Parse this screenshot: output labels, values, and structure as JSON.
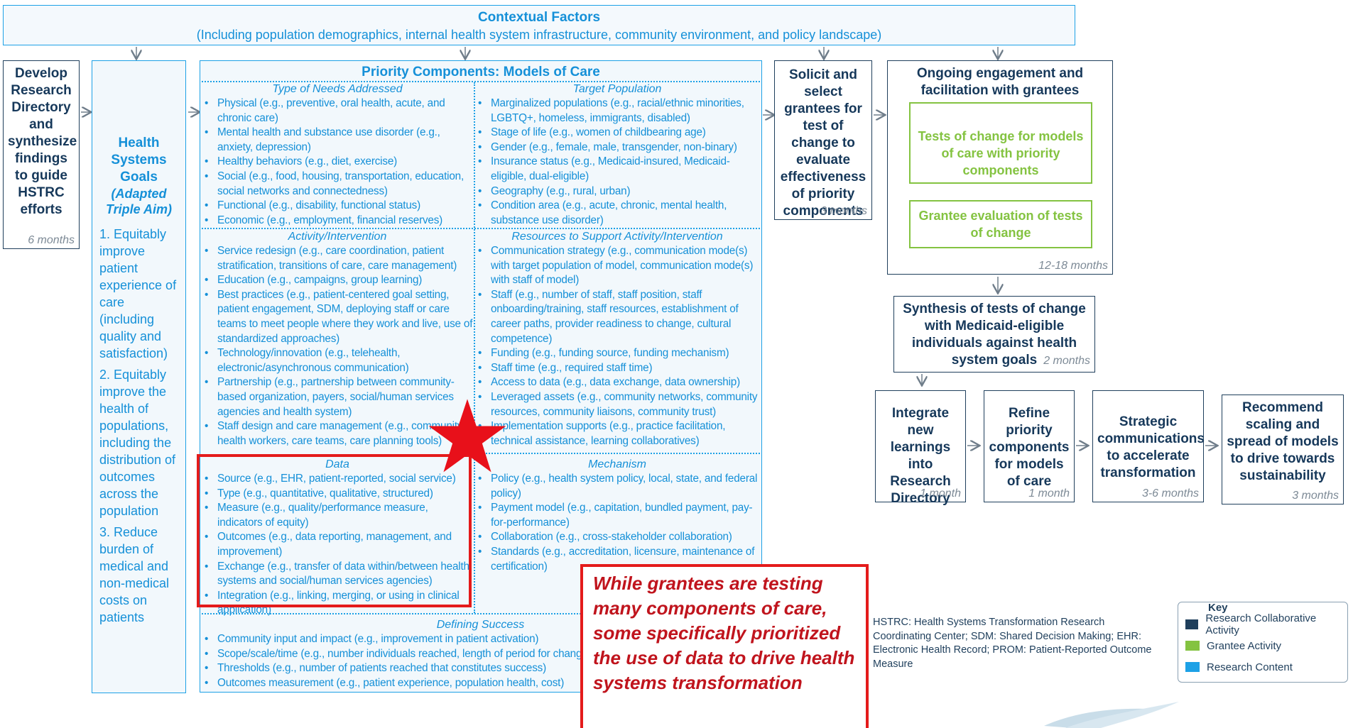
{
  "contextual": {
    "title": "Contextual Factors",
    "subtitle": "(Including population demographics, internal health system infrastructure, community environment, and policy landscape)"
  },
  "develop": {
    "title": "Develop Research Directory and synthesize findings to guide HSTRC efforts",
    "duration": "6 months"
  },
  "goals": {
    "title": "Health Systems Goals",
    "subtitle": "(Adapted Triple Aim)",
    "items": [
      "1. Equitably improve patient experience of care (including quality and satisfaction)",
      "2. Equitably improve the health of populations, including the distribution of outcomes across the population",
      "3. Reduce burden of medical and non-medical costs on patients"
    ]
  },
  "priority": {
    "title": "Priority Components: Models of Care",
    "needs": {
      "heading": "Type of Needs Addressed",
      "items": [
        "Physical (e.g., preventive, oral health, acute, and chronic care)",
        "Mental health and substance use disorder (e.g., anxiety, depression)",
        "Healthy behaviors (e.g., diet, exercise)",
        "Social (e.g., food, housing, transportation, education, social networks and connectedness)",
        "Functional (e.g., disability, functional status)",
        "Economic (e.g., employment, financial reserves)"
      ]
    },
    "target": {
      "heading": "Target Population",
      "items": [
        "Marginalized populations (e.g., racial/ethnic minorities, LGBTQ+, homeless, immigrants, disabled)",
        "Stage of life (e.g., women of childbearing age)",
        "Gender (e.g., female, male, transgender, non-binary)",
        "Insurance status (e.g., Medicaid-insured, Medicaid-eligible, dual-eligible)",
        "Geography (e.g., rural, urban)",
        "Condition area (e.g., acute, chronic, mental health, substance use disorder)"
      ]
    },
    "activity": {
      "heading": "Activity/Intervention",
      "items": [
        "Service redesign (e.g., care coordination, patient stratification, transitions of care, care management)",
        "Education (e.g., campaigns, group learning)",
        "Best practices (e.g., patient-centered goal setting, patient engagement, SDM, deploying staff or care teams to meet people where they work and live, use of standardized approaches)",
        "Technology/innovation (e.g., telehealth, electronic/asynchronous communication)",
        "Partnership (e.g., partnership between community-based organization, payers, social/human services agencies and health system)",
        "Staff design and care management (e.g., community health workers, care teams, care planning tools)"
      ]
    },
    "resources": {
      "heading": "Resources to Support Activity/Intervention",
      "items": [
        "Communication strategy (e.g., communication mode(s) with target population of model, communication mode(s) with staff of model)",
        "Staff (e.g., number of staff, staff position, staff onboarding/training, staff resources, establishment of career paths, provider readiness to change, cultural competence)",
        "Funding (e.g., funding source, funding mechanism)",
        "Staff time (e.g., required staff time)",
        "Access to data (e.g., data exchange, data ownership)",
        "Leveraged assets (e.g., community networks, community resources, community liaisons, community trust)",
        "Implementation supports (e.g., practice facilitation, technical assistance, learning collaboratives)"
      ]
    },
    "data": {
      "heading": "Data",
      "items": [
        "Source (e.g., EHR, patient-reported, social service)",
        "Type (e.g., quantitative, qualitative, structured)",
        "Measure (e.g., quality/performance measure, indicators of equity)",
        "Outcomes (e.g., data reporting, management, and improvement)",
        "Exchange (e.g., transfer of data within/between health systems and social/human services agencies)",
        "Integration (e.g., linking, merging, or using in clinical application)"
      ]
    },
    "mechanism": {
      "heading": "Mechanism",
      "items": [
        "Policy (e.g., health system policy, local, state, and federal policy)",
        "Payment model (e.g., capitation, bundled payment, pay-for-performance)",
        "Collaboration (e.g., cross-stakeholder collaboration)",
        "Standards (e.g., accreditation, licensure, maintenance of certification)"
      ]
    },
    "success": {
      "heading": "Defining Success",
      "items": [
        "Community input and impact (e.g., improvement in patient activation)",
        "Scope/scale/time (e.g., number individuals reached, length of period for change)",
        "Thresholds (e.g., number of patients reached that constitutes success)",
        "Outcomes measurement (e.g., patient experience, population health, cost)"
      ]
    }
  },
  "solicit": {
    "title": "Solicit and select grantees for test of change to evaluate effectiveness of priority components",
    "duration": "3 months"
  },
  "ongoing": {
    "title": "Ongoing engagement and facilitation with grantees",
    "tests": "Tests of change for models of care with priority components",
    "evaluation": "Grantee evaluation of tests of change",
    "duration": "12-18  months"
  },
  "synthesis": {
    "title": "Synthesis of tests of change with Medicaid-eligible individuals against health system goals",
    "duration": "2 months"
  },
  "steps": [
    {
      "title": "Integrate new learnings into Research Directory",
      "duration": "1 month"
    },
    {
      "title": "Refine priority components for models of care",
      "duration": "1 month"
    },
    {
      "title": "Strategic communications to accelerate transformation",
      "duration": "3-6 months"
    },
    {
      "title": "Recommend scaling and spread of models to drive towards sustainability",
      "duration": "3 months"
    }
  ],
  "callout": "While grantees are testing many components of care, some specifically prioritized the use of data to drive health systems transformation",
  "abbreviations": "HSTRC: Health Systems Transformation Research Coordinating Center; SDM: Shared Decision Making; EHR: Electronic Health Record; PROM: Patient-Reported Outcome Measure",
  "key": {
    "title": "Key",
    "items": [
      {
        "label": "Research Collaborative Activity",
        "color": "#1f3f5c"
      },
      {
        "label": "Grantee Activity",
        "color": "#84c341"
      },
      {
        "label": "Research Content",
        "color": "#1da1e6"
      }
    ]
  },
  "colors": {
    "dark": "#1f3f5c",
    "green": "#84c341",
    "blue": "#1da1e6",
    "red": "#e41b1b"
  }
}
